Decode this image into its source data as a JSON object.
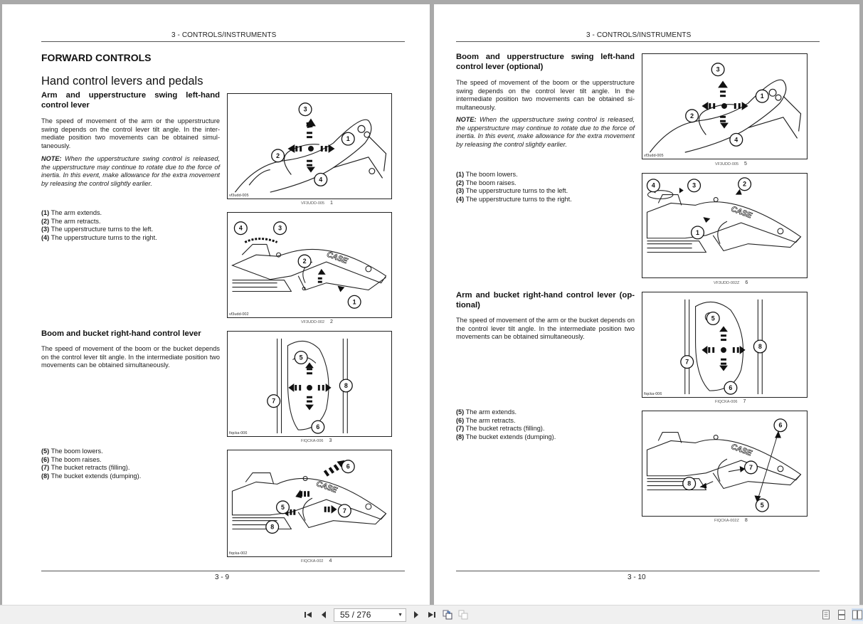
{
  "toolbar": {
    "page_indicator": "55 / 276",
    "current_page": 55,
    "total_pages": 276,
    "buttons": [
      {
        "name": "first-page-button",
        "icon": "first-page-icon"
      },
      {
        "name": "previous-page-button",
        "icon": "previous-page-icon"
      },
      {
        "name": "next-page-button",
        "icon": "next-page-icon"
      },
      {
        "name": "last-page-button",
        "icon": "last-page-icon"
      },
      {
        "name": "go-back-view-button",
        "icon": "back-view-icon"
      },
      {
        "name": "go-forward-view-button",
        "icon": "forward-view-icon"
      }
    ],
    "view_modes": [
      {
        "name": "single-page-view",
        "active": false
      },
      {
        "name": "continuous-view",
        "active": false
      },
      {
        "name": "two-page-view",
        "active": true
      }
    ]
  },
  "left_page": {
    "running_head": "3 - CONTROLS/INSTRUMENTS",
    "section_title": "FORWARD CONTROLS",
    "subsection_title": "Hand control levers and pedals",
    "topic1": {
      "title": "Arm and upperstructure swing left-hand control lever",
      "body": "The speed of movement of the arm or the upperstructure swing depends on the control lever tilt angle. In the inter­mediate position two movements can be obtained simul­taneously.",
      "note_label": "NOTE:",
      "note": " When the upperstructure swing control is re­leased, the upperstructure may continue to rotate due to the force of inertia. In this event, make allowance for the extra movement by releasing the control slightly earlier.",
      "legend": [
        {
          "key": "(1)",
          "text": " The arm extends."
        },
        {
          "key": "(2)",
          "text": " The arm retracts."
        },
        {
          "key": "(3)",
          "text": " The upperstructure turns to the left."
        },
        {
          "key": "(4)",
          "text": " The upperstructure turns to the right."
        }
      ]
    },
    "topic2": {
      "title": "Boom and bucket right-hand control lever",
      "body": "The speed of movement of the boom or the bucket de­pends on the control lever tilt angle. In the intermediate position two movements can be obtained simultaneously.",
      "legend": [
        {
          "key": "(5)",
          "text": " The boom lowers."
        },
        {
          "key": "(6)",
          "text": " The boom raises."
        },
        {
          "key": "(7)",
          "text": " The bucket retracts (filling)."
        },
        {
          "key": "(8)",
          "text": " The bucket extends (dumping)."
        }
      ]
    },
    "figures": [
      {
        "code": "vf3udd-005",
        "caption": "VF3UDD-005",
        "number": "1",
        "callouts": [
          "1",
          "2",
          "3",
          "4"
        ]
      },
      {
        "code": "vf3udd-002",
        "caption": "VF3UDD-002",
        "number": "2",
        "callouts": [
          "4",
          "3",
          "2",
          "1"
        ],
        "brand": "CASE"
      },
      {
        "code": "fiqcka-006",
        "caption": "FIQCKA-006",
        "number": "3",
        "callouts": [
          "5",
          "8",
          "7",
          "6"
        ]
      },
      {
        "code": "fiqcka-002",
        "caption": "FIQCKA-002",
        "number": "4",
        "callouts": [
          "6",
          "5",
          "7",
          "8"
        ],
        "brand": "CASE"
      }
    ],
    "page_number": "3 - 9"
  },
  "right_page": {
    "running_head": "3 - CONTROLS/INSTRUMENTS",
    "topic1": {
      "title": "Boom and upperstructure swing left-hand control lever (optional)",
      "body": "The speed of movement of the boom or the upperstruc­ture swing depends on the control lever tilt angle. In the intermediate position two movements can be obtained si­multaneously.",
      "note_label": "NOTE:",
      "note": " When the upperstructure swing control is re­leased, the upperstructure may continue to rotate due to the force of inertia. In this event, make allowance for the extra movement by releasing the control slightly earlier.",
      "legend": [
        {
          "key": "(1)",
          "text": " The boom lowers."
        },
        {
          "key": "(2)",
          "text": " The boom raises."
        },
        {
          "key": "(3)",
          "text": " The upperstructure turns to the left."
        },
        {
          "key": "(4)",
          "text": " The upperstructure turns to the right."
        }
      ]
    },
    "topic2": {
      "title": "Arm and bucket right-hand control lever (op­tional)",
      "body": "The speed of movement of the arm or the bucket depends on the control lever tilt angle. In the intermediate position two movements can be obtained simultaneously.",
      "legend": [
        {
          "key": "(5)",
          "text": " The arm extends."
        },
        {
          "key": "(6)",
          "text": " The arm retracts."
        },
        {
          "key": "(7)",
          "text": " The bucket retracts (filling)."
        },
        {
          "key": "(8)",
          "text": " The bucket extends (dumping)."
        }
      ]
    },
    "figures": [
      {
        "code": "vf3udd-005",
        "caption": "VF3UDD-005",
        "number": "5",
        "callouts": [
          "3",
          "1",
          "2",
          "4"
        ]
      },
      {
        "code": "",
        "caption": "VF3UDD-002Z",
        "number": "6",
        "callouts": [
          "4",
          "3",
          "2",
          "1"
        ],
        "brand": "CASE"
      },
      {
        "code": "fiqcka-006",
        "caption": "FIQCKA-006",
        "number": "7",
        "callouts": [
          "5",
          "8",
          "7",
          "6"
        ]
      },
      {
        "code": "",
        "caption": "FIQCKA-002Z",
        "number": "8",
        "callouts": [
          "6",
          "7",
          "8",
          "5"
        ],
        "brand": "CASE"
      }
    ],
    "page_number": "3 - 10"
  },
  "colors": {
    "viewer_background": "#a9a9a9",
    "page": "#ffffff",
    "toolbar": "#f0f0f0",
    "text": "#111111",
    "active_view_mode": "#cfe0f5"
  }
}
